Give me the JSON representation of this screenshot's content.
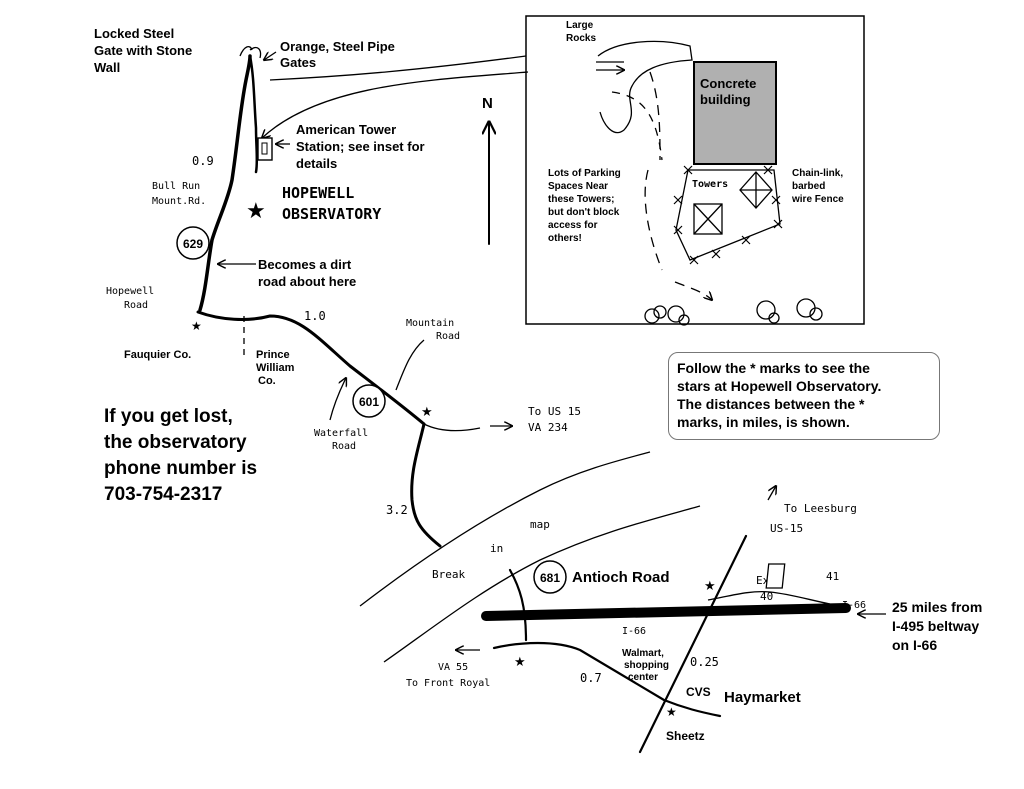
{
  "top_left": {
    "locked_gate_label": [
      "Locked Steel",
      "Gate with Stone",
      "Wall"
    ],
    "orange_gates_label": [
      "Orange, Steel Pipe",
      "Gates"
    ],
    "tower_station_label": [
      "American Tower",
      "Station; see inset for",
      "details"
    ],
    "observatory_label": [
      "HOPEWELL",
      "OBSERVATORY"
    ],
    "bull_run_label": [
      "Bull Run",
      "Mount.Rd."
    ],
    "route_629": "629",
    "dirt_road_label": [
      "Becomes a dirt",
      "road about here"
    ],
    "hopewell_road_label": [
      "Hopewell",
      "Road"
    ],
    "fauquier_label": "Fauquier Co.",
    "prince_william_label": [
      "Prince",
      "William",
      "Co."
    ],
    "distance_0_9": "0.9",
    "distance_1_0": "1.0"
  },
  "inset": {
    "large_rocks_label": [
      "Large",
      "Rocks"
    ],
    "concrete_label": [
      "Concrete",
      "building"
    ],
    "parking_label": [
      "Lots of Parking",
      "Spaces Near",
      "these Towers;",
      "but don't block",
      "access for",
      "others!"
    ],
    "towers_label": "Towers",
    "fence_label": [
      "Chain-link,",
      "barbed",
      "wire Fence"
    ]
  },
  "north_label": "N",
  "middle": {
    "mountain_road_label": [
      "Mountain",
      "Road"
    ],
    "route_601": "601",
    "waterfall_road_label": [
      "Waterfall",
      "Road"
    ],
    "to_us15_label": [
      "To US 15",
      "VA 234"
    ],
    "distance_3_2": "3.2"
  },
  "info_box": {
    "lines": [
      "Follow the * marks to see the",
      "stars at Hopewell Observatory.",
      "The distances between the *",
      "marks, in miles, is shown."
    ]
  },
  "lost_note": {
    "lines": [
      "If you get lost,",
      "the observatory",
      "phone number is",
      "703-754-2317"
    ]
  },
  "bottom": {
    "break_words": [
      "Break",
      "in",
      "map"
    ],
    "route_681": "681",
    "antioch_road_label": "Antioch Road",
    "to_leesburg_label": "To Leesburg",
    "us15_label": "US-15",
    "exit_label": [
      "Exit",
      "40"
    ],
    "i66_shield": "41",
    "i66_right_label": "I-66",
    "i66_left_label": "I-66",
    "beltway_label": [
      "25 miles from",
      "I-495 beltway",
      "on I-66"
    ],
    "va55_label": "VA 55",
    "front_royal_label": "To Front Royal",
    "walmart_label": [
      "Walmart,",
      "shopping",
      "center"
    ],
    "distance_0_25": "0.25",
    "distance_0_7": "0.7",
    "cvs_label": "CVS",
    "haymarket_label": "Haymarket",
    "sheetz_label": "Sheetz"
  }
}
